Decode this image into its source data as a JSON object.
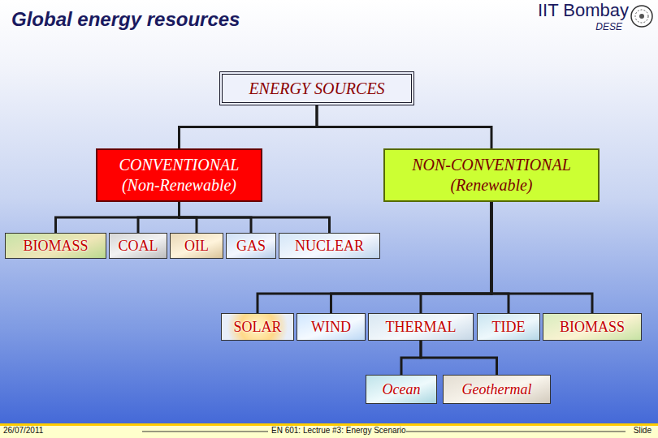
{
  "diagram": {
    "title": "Global energy resources",
    "nodes": [
      {
        "text": [
          "ENERGY SOURCES"
        ]
      },
      {
        "text": [
          "CONVENTIONAL (Non-Renewable)"
        ]
      },
      {
        "text": [
          "NON-CONVENTIONAL (Renewable)"
        ]
      },
      {
        "text": [
          "BIOMASS"
        ]
      },
      {
        "text": [
          "COAL"
        ]
      },
      {
        "text": [
          "OIL"
        ]
      },
      {
        "text": [
          "GAS"
        ]
      },
      {
        "text": [
          "NUCLEAR"
        ]
      },
      {
        "text": [
          "SOLAR"
        ]
      },
      {
        "text": [
          "WIND"
        ]
      },
      {
        "text": [
          "THERMAL"
        ]
      },
      {
        "text": [
          "TIDE"
        ]
      },
      {
        "text": [
          "BIOMASS"
        ]
      },
      {
        "text": [
          "Ocean"
        ]
      },
      {
        "text": [
          "Geothermal"
        ]
      }
    ],
    "edges": [
      {
        "from": 0,
        "to": 1,
        "arrow": "none"
      },
      {
        "from": 0,
        "to": 2,
        "arrow": "none"
      },
      {
        "from": 1,
        "to": 3,
        "arrow": "none"
      },
      {
        "from": 1,
        "to": 4,
        "arrow": "none"
      },
      {
        "from": 1,
        "to": 5,
        "arrow": "none"
      },
      {
        "from": 1,
        "to": 6,
        "arrow": "none"
      },
      {
        "from": 1,
        "to": 7,
        "arrow": "none"
      },
      {
        "from": 2,
        "to": 8,
        "arrow": "none"
      },
      {
        "from": 2,
        "to": 9,
        "arrow": "none"
      },
      {
        "from": 2,
        "to": 10,
        "arrow": "none"
      },
      {
        "from": 2,
        "to": 11,
        "arrow": "none"
      },
      {
        "from": 2,
        "to": 12,
        "arrow": "none"
      },
      {
        "from": 10,
        "to": 13,
        "arrow": "none"
      },
      {
        "from": 10,
        "to": 14,
        "arrow": "none"
      }
    ],
    "labels": [
      "IIT Bombay",
      "DESE",
      "26/07/2011",
      "EN 601: Lectrue #3: Energy Scenario",
      "Slide"
    ]
  }
}
